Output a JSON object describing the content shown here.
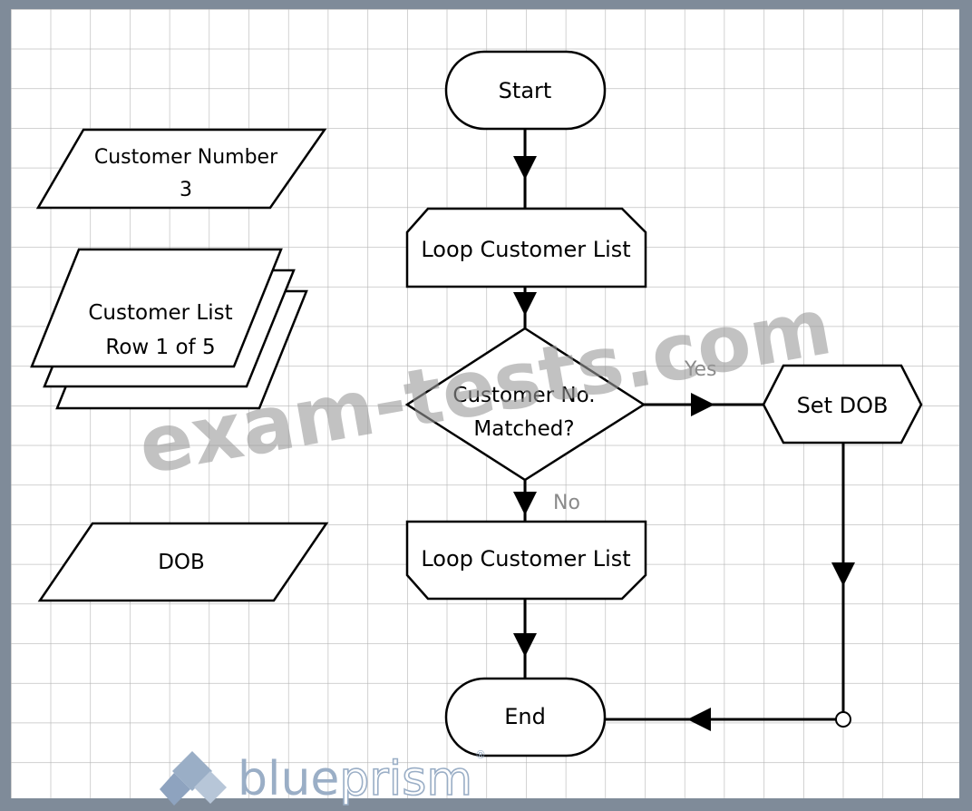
{
  "diagram": {
    "data_items": {
      "customer_number": {
        "label": "Customer Number",
        "value": "3"
      },
      "customer_list": {
        "label": "Customer List",
        "value": "Row 1 of 5"
      },
      "dob": {
        "label": "DOB"
      }
    },
    "flow": {
      "start": "Start",
      "loop_start": "Loop Customer List",
      "decision_line1": "Customer No.",
      "decision_line2": "Matched?",
      "yes_label": "Yes",
      "no_label": "No",
      "set_dob": "Set DOB",
      "loop_end": "Loop Customer List",
      "end": "End"
    }
  },
  "watermark": "exam-tests.com",
  "brand": {
    "name_part1": "blue",
    "name_part2": "prism",
    "registered": "®"
  },
  "colors": {
    "background": "#7f8b99",
    "canvas": "#ffffff",
    "grid": "#b4b4b4",
    "stroke": "#000000",
    "logo": "#9aaec6"
  }
}
